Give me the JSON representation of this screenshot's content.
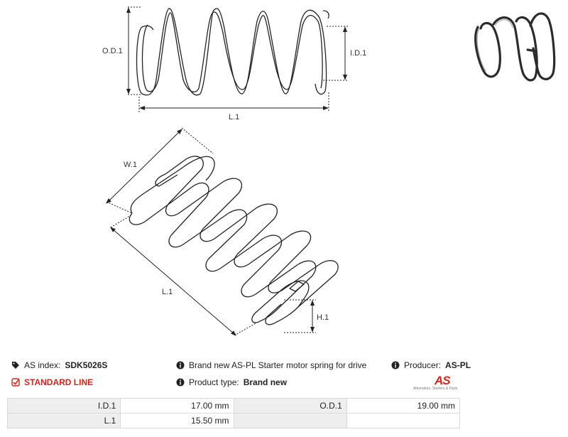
{
  "drawing": {
    "top_labels": {
      "od": "O.D.1",
      "id": "I.D.1",
      "length": "L.1"
    },
    "bottom_labels": {
      "width": "W.1",
      "length": "L.1",
      "height": "H.1"
    }
  },
  "photo": {
    "description_icon": "spring-photo"
  },
  "info": {
    "as_index_label": "AS index:",
    "as_index_value": "SDK5026S",
    "standard_line": "STANDARD LINE",
    "description": "Brand new AS-PL Starter motor spring for drive",
    "product_type_label": "Product type:",
    "product_type_value": "Brand new",
    "producer_label": "Producer:",
    "producer_value": "AS-PL",
    "logo_text": "AS",
    "logo_tagline": "Alternators, Starters & Parts"
  },
  "params": {
    "rows": [
      {
        "label1": "I.D.1",
        "value1": "17.00 mm",
        "label2": "O.D.1",
        "value2": "19.00 mm"
      },
      {
        "label1": "L.1",
        "value1": "15.50 mm",
        "label2": "",
        "value2": ""
      }
    ]
  },
  "colors": {
    "accent": "#d9241b",
    "table_label_bg": "#eeeeee"
  }
}
